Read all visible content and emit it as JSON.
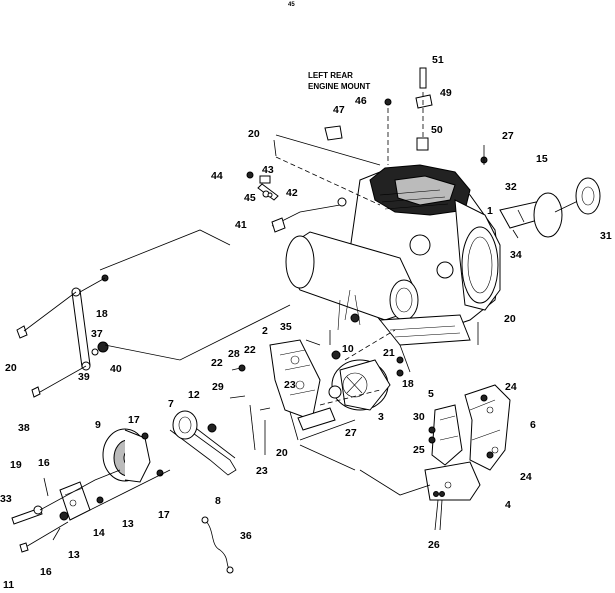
{
  "page_number": "45",
  "title_lines": [
    "LEFT REAR",
    "ENGINE MOUNT"
  ],
  "callouts": [
    "1",
    "2",
    "3",
    "4",
    "5",
    "6",
    "7",
    "8",
    "9",
    "10",
    "11",
    "12",
    "13",
    "13",
    "14",
    "15",
    "16",
    "16",
    "17",
    "17",
    "18",
    "18",
    "19",
    "20",
    "20",
    "20",
    "20",
    "21",
    "22",
    "22",
    "23",
    "23",
    "24",
    "24",
    "25",
    "26",
    "27",
    "27",
    "28",
    "29",
    "30",
    "31",
    "32",
    "33",
    "34",
    "35",
    "36",
    "37",
    "38",
    "39",
    "40",
    "41",
    "42",
    "43",
    "44",
    "45",
    "46",
    "47",
    "49",
    "50",
    "51"
  ]
}
